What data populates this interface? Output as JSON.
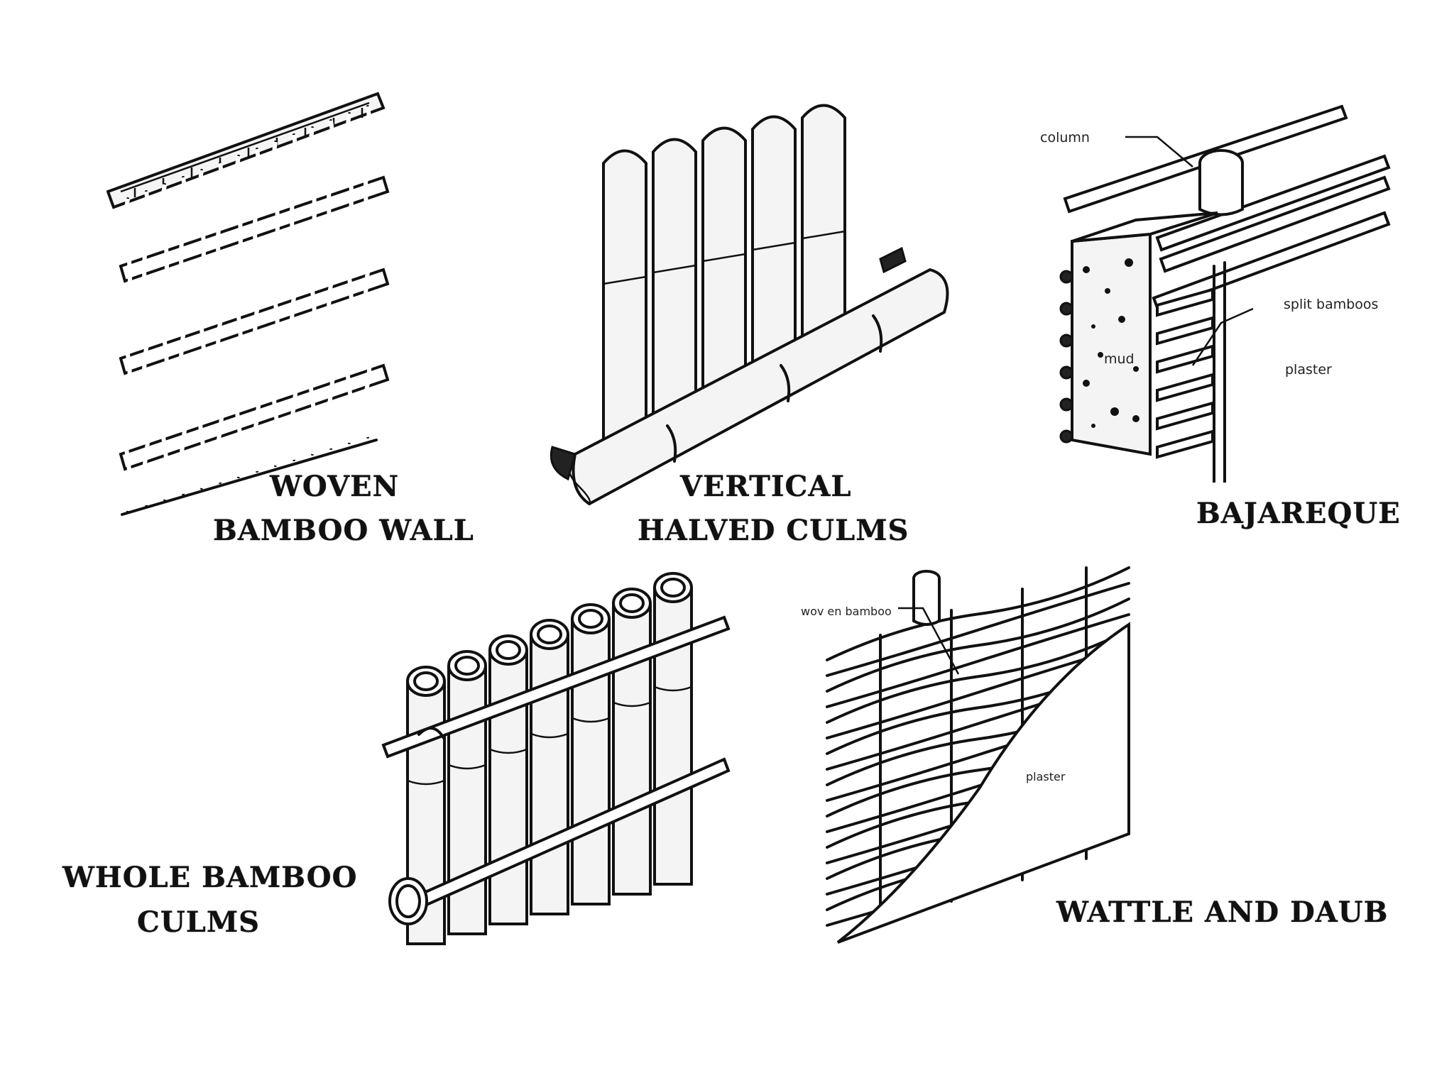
{
  "colors": {
    "ink": "#111111",
    "paper": "#ffffff"
  },
  "panels": {
    "woven": {
      "caption_line1": "WOVEN",
      "caption_line2": "BAMBOO WALL"
    },
    "vertical": {
      "caption_line1": "VERTICAL",
      "caption_line2": "HALVED CULMS"
    },
    "bajareque": {
      "caption": "BAJAREQUE",
      "labels": {
        "column": "column",
        "split_bamboos": "split  bamboos",
        "mud": "mud",
        "plaster": "plaster"
      }
    },
    "whole": {
      "caption_line1": "WHOLE BAMBOO",
      "caption_line2": "CULMS"
    },
    "wattle": {
      "caption": "WATTLE AND DAUB",
      "labels": {
        "woven_bamboo": "wov en bamboo",
        "plaster": "plaster"
      }
    }
  }
}
